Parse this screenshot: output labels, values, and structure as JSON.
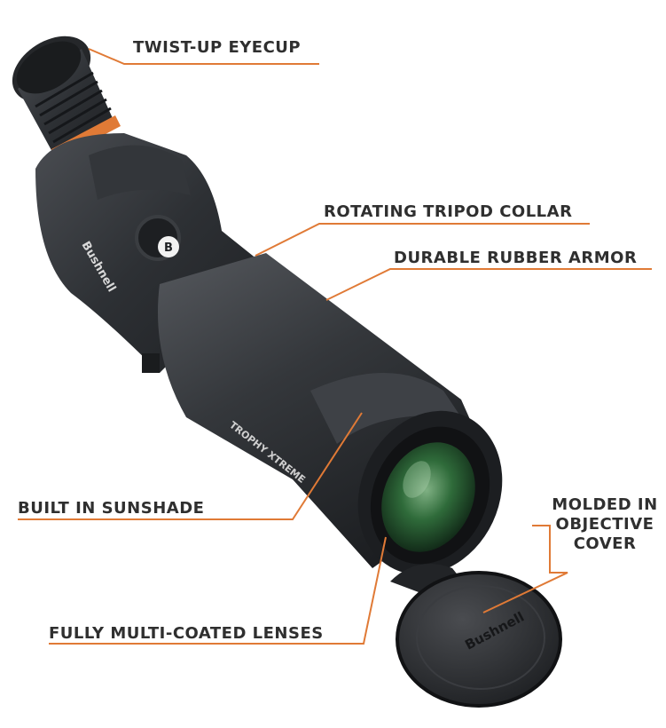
{
  "brand": {
    "logo_text": "Bushnell",
    "logo_letter": "B",
    "model_badge": "TROPHY XTREME"
  },
  "callouts": {
    "eyecup": "TWIST-UP EYECUP",
    "collar": "ROTATING TRIPOD COLLAR",
    "armor": "DURABLE RUBBER ARMOR",
    "sunshade": "BUILT IN SUNSHADE",
    "cover_lines": [
      "MOLDED IN",
      "OBJECTIVE",
      "COVER"
    ],
    "lenses": "FULLY MULTI-COATED LENSES"
  },
  "colors": {
    "accent": "#e07a36",
    "label_text": "#2f2f2f",
    "body_dark": "#2b2d30",
    "body_mid": "#3d4044",
    "lens_green": "#2f6b3a"
  }
}
